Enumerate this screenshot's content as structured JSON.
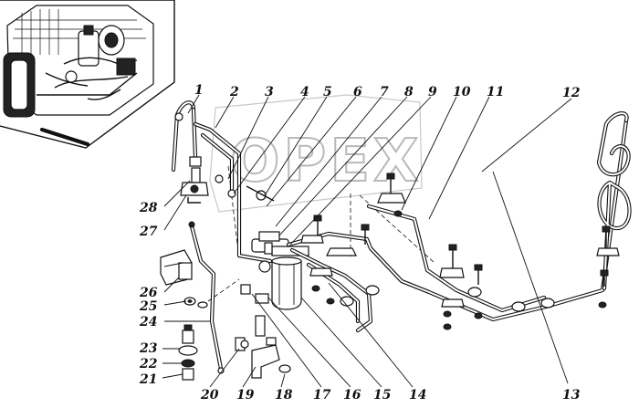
{
  "watermark": {
    "text": "OPEX"
  },
  "callouts": [
    {
      "id": "1",
      "text": "1"
    },
    {
      "id": "2",
      "text": "2"
    },
    {
      "id": "3",
      "text": "3"
    },
    {
      "id": "4",
      "text": "4"
    },
    {
      "id": "5",
      "text": "5"
    },
    {
      "id": "6",
      "text": "6"
    },
    {
      "id": "7",
      "text": "7"
    },
    {
      "id": "8",
      "text": "8"
    },
    {
      "id": "9",
      "text": "9"
    },
    {
      "id": "10",
      "text": "10"
    },
    {
      "id": "11",
      "text": "11"
    },
    {
      "id": "12",
      "text": "12"
    },
    {
      "id": "13",
      "text": "13"
    },
    {
      "id": "14",
      "text": "14"
    },
    {
      "id": "15",
      "text": "15"
    },
    {
      "id": "16",
      "text": "16"
    },
    {
      "id": "17",
      "text": "17"
    },
    {
      "id": "18",
      "text": "18"
    },
    {
      "id": "19",
      "text": "19"
    },
    {
      "id": "20",
      "text": "20"
    },
    {
      "id": "21",
      "text": "21"
    },
    {
      "id": "22",
      "text": "22"
    },
    {
      "id": "23",
      "text": "23"
    },
    {
      "id": "24",
      "text": "24"
    },
    {
      "id": "25",
      "text": "25"
    },
    {
      "id": "26",
      "text": "26"
    },
    {
      "id": "27",
      "text": "27"
    },
    {
      "id": "28",
      "text": "28"
    }
  ]
}
